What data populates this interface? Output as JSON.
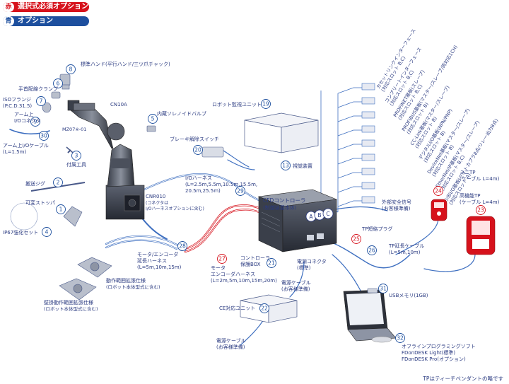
{
  "legend": {
    "red_badge": "赤",
    "red_label": "選択式必須オプション",
    "blue_badge": "青",
    "blue_label": "オプション"
  },
  "footnote": "TPはティーチペンダントの略です",
  "colors": {
    "required": "#d6121c",
    "option": "#1d4f9e",
    "text": "#2a3a80"
  },
  "items": [
    {
      "num": "1",
      "text": [
        "可変ストッパ"
      ]
    },
    {
      "num": "2",
      "text": [
        "搬送ジグ"
      ]
    },
    {
      "num": "3",
      "text": [
        "付属工具"
      ]
    },
    {
      "num": "4",
      "text": [
        "IP67強化セット"
      ]
    },
    {
      "num": "5",
      "text": [
        "内蔵ソレノイドバルブ"
      ]
    },
    {
      "num": "6",
      "text": [
        "手首配線クランプ"
      ]
    },
    {
      "num": "7",
      "text": [
        "ISOフランジ",
        "(P.C.D.31.5)"
      ]
    },
    {
      "num": "8",
      "text": [
        "標準ハンド(平行ハンド/三ツ爪チャック)"
      ]
    },
    {
      "num": "9",
      "text": [
        "アーム上",
        "I/Oコネクタ"
      ]
    },
    {
      "num": "13",
      "text": [
        "視覚装置"
      ]
    },
    {
      "num": "19",
      "text": [
        "ロボット監視ユニット"
      ]
    },
    {
      "num": "20",
      "text": [
        "ブレーキ解除スイッチ"
      ]
    },
    {
      "num": "21",
      "text": [
        "コントローラ",
        "保護BOX"
      ]
    },
    {
      "num": "22",
      "text": [
        "CE対応ユニット"
      ]
    },
    {
      "num": "23",
      "text": [
        "高機能TP",
        "(ケーブル L=4m)"
      ]
    },
    {
      "num": "24",
      "text": [
        "ミニTP",
        "(ケーブル L=4m)"
      ]
    },
    {
      "num": "25",
      "text": [
        "TP短絡プラグ"
      ]
    },
    {
      "num": "26",
      "text": [
        "TP延長ケーブル",
        "(L=5m,10m)"
      ]
    },
    {
      "num": "27",
      "text": [
        "モータ",
        "エンコーダハーネス",
        "(L=2m,5m,10m,15m,20m)"
      ]
    },
    {
      "num": "28",
      "text": [
        "モータ/エンコーダ",
        "延長ハーネス",
        "(L=5m,10m,15m)"
      ]
    },
    {
      "num": "29",
      "text": [
        "I/Oハーネス",
        "(L=2.5m,5.5m,10.5m,15.5m,",
        "20.5m,25.5m)"
      ]
    },
    {
      "num": "30",
      "text": [
        "アーム上I/Oケーブル",
        "(L=1.5m)"
      ]
    },
    {
      "num": "31",
      "text": [
        "USBメモリ(1GB)"
      ]
    },
    {
      "num": "32",
      "text": [
        "オフラインプログラミングソフト",
        "FDonDESK Light(標準)",
        "FDonDESK Pro(オプション)"
      ]
    }
  ],
  "labels": {
    "cn10a": "CN10A",
    "model": "MZ07※-01",
    "cnr010": "CNR010",
    "cnr010_note1": "(コネクタは",
    "cnr010_note2": "I/Oハーネスオプションに含む)",
    "controller1": "CFDコントローラ",
    "controller2": "(制御装置本体)",
    "power_connector1": "電源コネクタ",
    "power_connector2": "(標準)",
    "power_cable_a1": "電源ケーブル",
    "power_cable_a2": "(お客様準備)",
    "power_cable_b1": "電源ケーブル",
    "power_cable_b2": "(お客様準備)",
    "ext_signal1": "外部安全信号",
    "ext_signal2": "(お客様準備)",
    "range_a1": "動作範囲拡張仕様",
    "range_a2": "(ロボット本体型式に含む)",
    "range_b1": "壁掛動作範囲拡張仕様",
    "range_b2": "(ロボット本体型式に含む)",
    "abc": [
      "A",
      "B",
      "C"
    ]
  },
  "boards": [
    {
      "line1": "カセットリンクインターフェース",
      "line2": "(対応スロット B,C)"
    },
    {
      "line1": "コンプリートインターフェース",
      "line2": "(対応スロット B,C)"
    },
    {
      "line1": "PROFINET基板(スレーブ)",
      "line2": "(対応スロット B,C)"
    },
    {
      "line1": "PROFIBUS基板(マスター/スレーブ/両対応1CH)",
      "line2": "(対応スロット B)"
    },
    {
      "line1": "CC-Link基板(マスター/スレーブ)",
      "line2": "(対応スロット B)"
    },
    {
      "line1": "デジタルI/O基板(NPN/PNP)",
      "line2": "(対応スロット B)"
    },
    {
      "line1": "DeviceNet基板(マスター/スレーブ)",
      "line2": "(対応スロット B)"
    },
    {
      "line1": "EtherNet/IP基板(マスター/スレーブ)",
      "line2": "(対応スロット B,C)"
    },
    {
      "line1": "小形I/O基板(フォトカプラ8点/リレー出力8点)",
      "line2": "(対応スロット A)"
    }
  ]
}
